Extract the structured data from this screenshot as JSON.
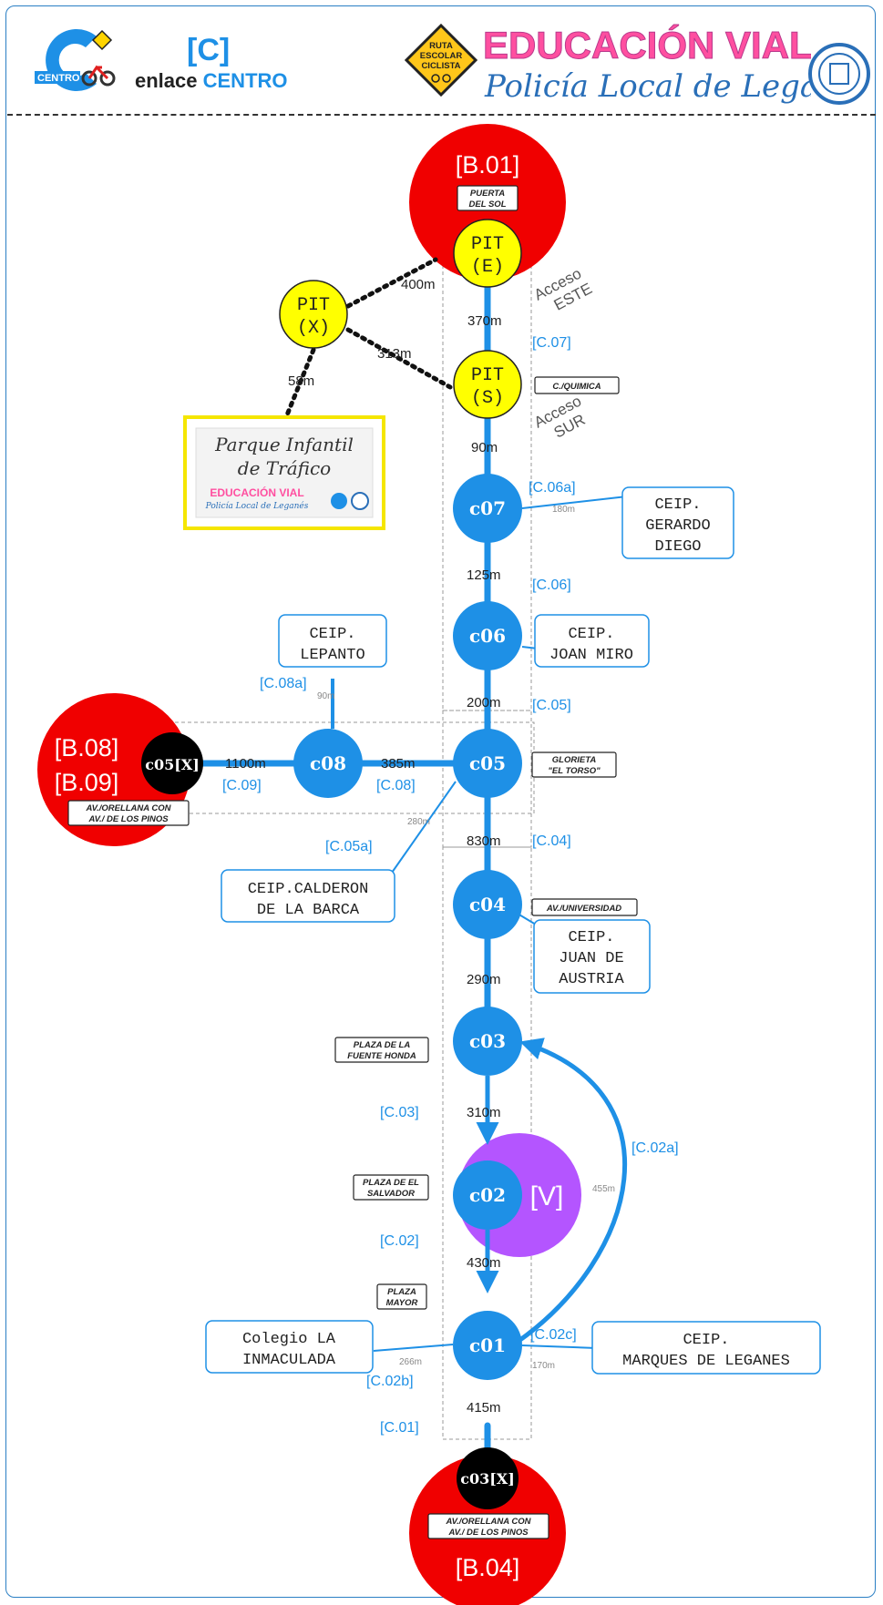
{
  "header": {
    "code": "[C]",
    "subtitle_prefix": "enlace",
    "subtitle_highlight": "CENTRO",
    "logo_label": "CENTRO",
    "sign_lines": [
      "RUTA",
      "ESCOLAR",
      "CICLISTA"
    ],
    "brand_line1": "EDUCACIÓN VIAL",
    "brand_line2": "Policía Local de Leganés",
    "colors": {
      "accent": "#1e90e6",
      "node": "#1e90e6",
      "terminal": "#f00000",
      "pit": "#ffff00",
      "v_zone": "#b455ff"
    }
  },
  "terminals": {
    "b01": {
      "code": "[B.01]",
      "tag": [
        "PUERTA",
        "DEL SOL"
      ]
    },
    "b08": {
      "code1": "[B.08]",
      "code2": "[B.09]",
      "tag": [
        "AV./ORELLANA CON",
        "AV./ DE LOS PINOS"
      ]
    },
    "b04": {
      "code": "[B.04]",
      "tag": [
        "AV./ORELLANA CON",
        "AV./ DE LOS PINOS"
      ]
    }
  },
  "pits": {
    "e": [
      "PIT",
      "(E)"
    ],
    "x": [
      "PIT",
      "(X)"
    ],
    "s": [
      "PIT",
      "(S)"
    ]
  },
  "nodes": {
    "c07": "c07",
    "c06": "c06",
    "c05": "c05",
    "c08": "c08",
    "c04": "c04",
    "c03": "c03",
    "c02": "c02",
    "c01": "c01",
    "c05x": "c05[X]",
    "c03x": "c03[X]",
    "v": "[V]"
  },
  "park": {
    "line1": "Parque Infantil",
    "line2": "de Tráfico",
    "brand1": "EDUCACIÓN VIAL",
    "brand2": "Policía Local de Leganés"
  },
  "distances": {
    "pitx_pite": "400m",
    "pitx_pits": "313m",
    "pitx_park": "58m",
    "pite_pits": "370m",
    "pits_c07": "90m",
    "c07_c06": "125m",
    "c06_c05": "200m",
    "c05_c04": "830m",
    "c04_c03": "290m",
    "c03_c02": "310m",
    "c02_c01": "430m",
    "c01_c03x": "415m",
    "c05x_c08": "1100m",
    "c08_c05": "385m",
    "c07_school": "180m",
    "c08_school": "90m",
    "c05_school": "280m",
    "c01_school_left": "266m",
    "c01_school_right": "170m",
    "c01_c03": "455m"
  },
  "routes": {
    "c07": "[C.07]",
    "c06a": "[C.06a]",
    "c06": "[C.06]",
    "c05": "[C.05]",
    "c08a": "[C.08a]",
    "c09": "[C.09]",
    "c08": "[C.08]",
    "c05a": "[C.05a]",
    "c04": "[C.04]",
    "c03": "[C.03]",
    "c02a": "[C.02a]",
    "c02": "[C.02]",
    "c02c": "[C.02c]",
    "c02b": "[C.02b]",
    "c01": "[C.01]"
  },
  "access": {
    "este": [
      "Acceso",
      "ESTE"
    ],
    "sur": [
      "Acceso",
      "SUR"
    ]
  },
  "tags": {
    "quimica": [
      "C./QUIMICA"
    ],
    "torso": [
      "GLORIETA",
      "\"EL TORSO\""
    ],
    "universidad": [
      "AV./UNIVERSIDAD"
    ],
    "fuente_honda": [
      "PLAZA DE LA",
      "FUENTE HONDA"
    ],
    "salvador": [
      "PLAZA DE EL",
      "SALVADOR"
    ],
    "plaza_mayor": [
      "PLAZA",
      "MAYOR"
    ]
  },
  "schools": {
    "gerardo": [
      "CEIP.",
      "GERARDO",
      "DIEGO"
    ],
    "lepanto": [
      "CEIP.",
      "LEPANTO"
    ],
    "miro": [
      "CEIP.",
      "JOAN MIRO"
    ],
    "calderon": [
      "CEIP.CALDERON",
      "DE LA BARCA"
    ],
    "austria": [
      "CEIP.",
      "JUAN DE",
      "AUSTRIA"
    ],
    "inmaculada": [
      "Colegio LA",
      "INMACULADA"
    ],
    "marques": [
      "CEIP.",
      "MARQUES DE LEGANES"
    ]
  }
}
